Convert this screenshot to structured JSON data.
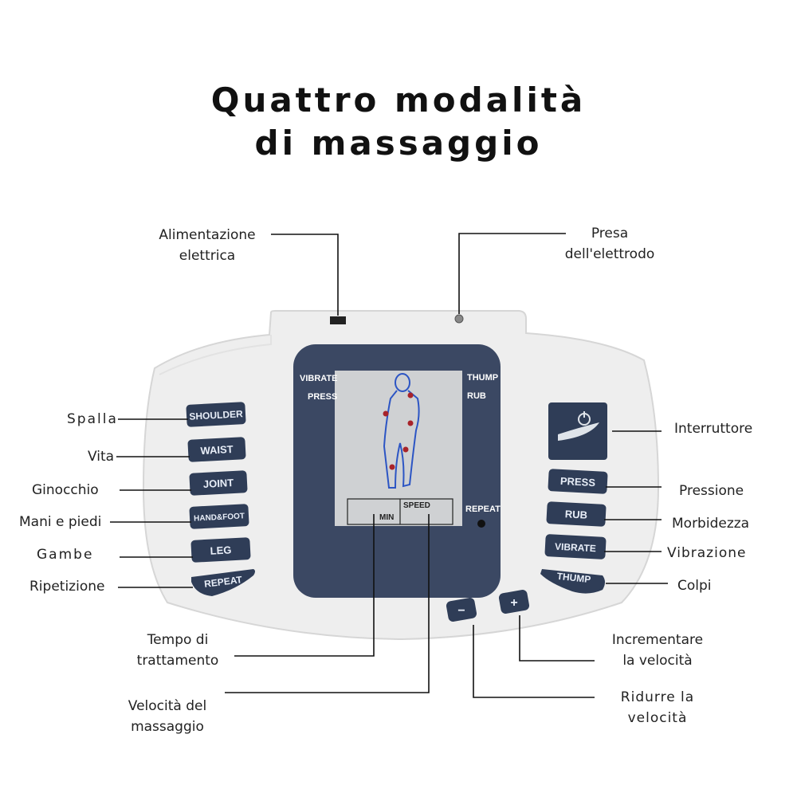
{
  "title": {
    "line1": "Quattro modalità",
    "line2": "di massaggio"
  },
  "labels": {
    "power_supply": [
      "Alimentazione",
      "elettrica"
    ],
    "electrode_socket": [
      "Presa",
      "dell'elettrodo"
    ],
    "shoulder": "Spalla",
    "waist": "Vita",
    "knee": "Ginocchio",
    "hands_feet": "Mani e piedi",
    "legs": "Gambe",
    "repeat": "Ripetizione",
    "switch": "Interruttore",
    "press": "Pressione",
    "rub": "Morbidezza",
    "vibrate": "Vibrazione",
    "thump": "Colpi",
    "treatment_time": [
      "Tempo di",
      "trattamento"
    ],
    "massage_speed": [
      "Velocità del",
      "massaggio"
    ],
    "increase_speed": [
      "Incrementare",
      "la velocità"
    ],
    "decrease_speed": [
      "Ridurre la",
      "velocità"
    ]
  },
  "device": {
    "left_buttons": [
      "SHOULDER",
      "WAIST",
      "JOINT",
      "HAND&FOOT",
      "LEG",
      "REPEAT"
    ],
    "right_buttons": [
      "PRESS",
      "RUB",
      "VIBRATE",
      "THUMP"
    ],
    "minus": "−",
    "plus": "+",
    "lcd": {
      "vibrate": "VIBRATE",
      "press": "PRESS",
      "thump": "THUMP",
      "rub": "RUB",
      "repeat": "REPEAT",
      "min": "MIN",
      "speed": "SPEED"
    }
  },
  "colors": {
    "button": "#2f3d57",
    "screen_frame": "#3b4863",
    "lcd": "#cfd1d3",
    "body": "#eeeeee"
  }
}
